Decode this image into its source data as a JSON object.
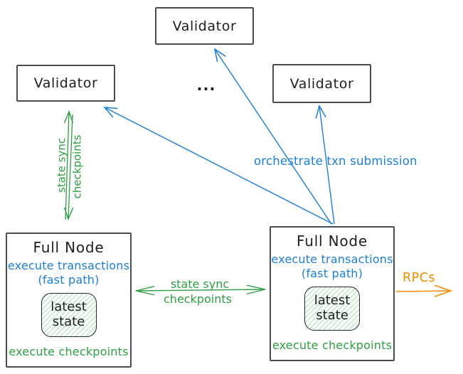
{
  "diagram": {
    "validators": {
      "top": "Validator",
      "left": "Validator",
      "right": "Validator",
      "ellipsis": "..."
    },
    "full_node": {
      "title": "Full Node",
      "exec_line1": "execute transactions",
      "exec_line2": "(fast path)",
      "state_line1": "latest",
      "state_line2": "state",
      "footer": "execute checkpoints"
    },
    "arrows": {
      "vertical_state_sync": {
        "line1": "state sync",
        "line2": "checkpoints"
      },
      "horizontal_state_sync": {
        "line1": "state sync",
        "line2": "checkpoints"
      },
      "orchestrate": "orchestrate txn submission",
      "rpcs": "RPCs"
    },
    "colors": {
      "blue": "#1c7ed6",
      "green": "#2f9e44",
      "orange": "#f08c00",
      "text": "#1e1e1e",
      "box_border": "#494c50",
      "state_fill_stripe": "rgba(47,158,68,0.28)"
    }
  }
}
